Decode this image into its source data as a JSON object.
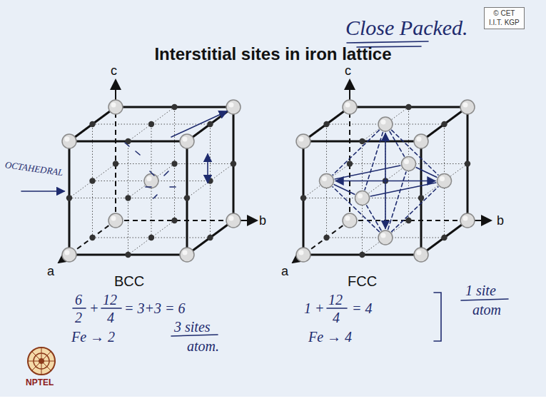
{
  "diagram": {
    "title": "Interstitial sites in iron lattice",
    "nodes": [
      {
        "text": [
          "© CET",
          "I.I.T. KGP"
        ]
      }
    ],
    "labels": [
      "c",
      "a",
      "b",
      "c",
      "a",
      "b",
      "OCTAHEDRAL",
      "Close Packed.",
      "BCC",
      "FCC",
      "6",
      "2",
      "+",
      "12",
      "4",
      "= 3+3 = 6",
      "Fe → 2",
      "3 sites",
      "atom.",
      "1 +",
      "12",
      "4",
      "= 4",
      "Fe → 4",
      "1 site",
      "atom",
      "NPTEL"
    ]
  }
}
